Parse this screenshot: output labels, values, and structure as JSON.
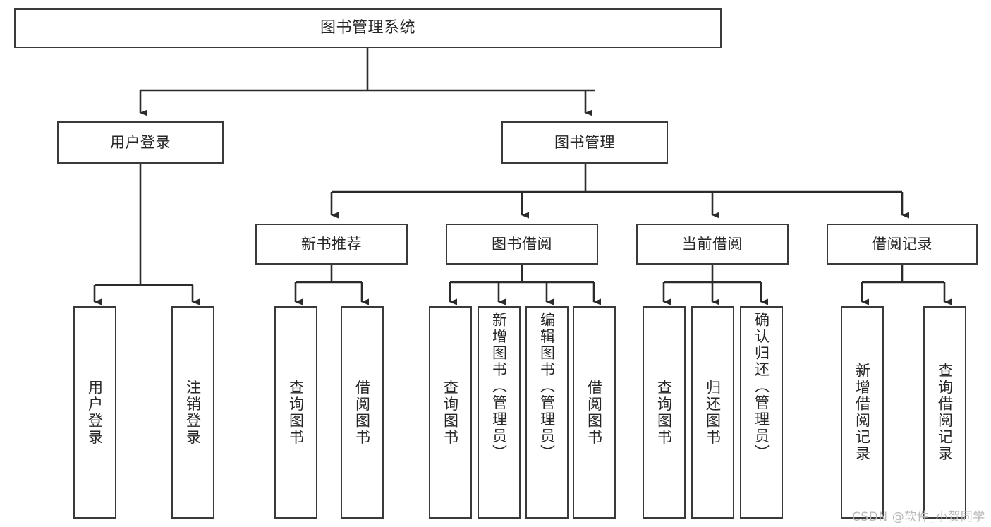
{
  "diagram": {
    "type": "tree",
    "title": "图书管理系统",
    "watermark": "CSDN @软件_小贺同学",
    "colors": {
      "box_border": "#3a3a3a",
      "box_fill": "#ffffff",
      "connector": "#2b2b2b",
      "text": "#262626",
      "watermark": "#b9b9b9"
    },
    "levels": {
      "root": "图书管理系统",
      "level2": [
        "用户登录",
        "图书管理"
      ],
      "level3": [
        "新书推荐",
        "图书借阅",
        "当前借阅",
        "借阅记录"
      ]
    },
    "nodes": {
      "root": {
        "label": "图书管理系统"
      },
      "user_login": {
        "label": "用户登录"
      },
      "book_manage": {
        "label": "图书管理"
      },
      "new_book_rec": {
        "label": "新书推荐"
      },
      "book_borrow": {
        "label": "图书借阅"
      },
      "current_borrow": {
        "label": "当前借阅"
      },
      "borrow_record": {
        "label": "借阅记录"
      },
      "leaf_user_login": {
        "label": "用户登录"
      },
      "leaf_logout": {
        "label": "注销登录"
      },
      "leaf_query_book_1": {
        "label": "查询图书"
      },
      "leaf_borrow_book_1": {
        "label": "借阅图书"
      },
      "leaf_query_book_2": {
        "label": "查询图书"
      },
      "leaf_add_book": {
        "label": "新增图书（管理员）"
      },
      "leaf_edit_book": {
        "label": "编辑图书（管理员）"
      },
      "leaf_borrow_book_2": {
        "label": "借阅图书"
      },
      "leaf_query_book_3": {
        "label": "查询图书"
      },
      "leaf_return_book": {
        "label": "归还图书"
      },
      "leaf_confirm_return": {
        "label": "确认归还（管理员）"
      },
      "leaf_add_record": {
        "label": "新增借阅记录"
      },
      "leaf_query_record": {
        "label": "查询借阅记录"
      }
    },
    "edges": [
      {
        "from": "root",
        "to": "user_login"
      },
      {
        "from": "root",
        "to": "book_manage"
      },
      {
        "from": "user_login",
        "to": "leaf_user_login"
      },
      {
        "from": "user_login",
        "to": "leaf_logout"
      },
      {
        "from": "book_manage",
        "to": "new_book_rec"
      },
      {
        "from": "book_manage",
        "to": "book_borrow"
      },
      {
        "from": "book_manage",
        "to": "current_borrow"
      },
      {
        "from": "book_manage",
        "to": "borrow_record"
      },
      {
        "from": "new_book_rec",
        "to": "leaf_query_book_1"
      },
      {
        "from": "new_book_rec",
        "to": "leaf_borrow_book_1"
      },
      {
        "from": "book_borrow",
        "to": "leaf_query_book_2"
      },
      {
        "from": "book_borrow",
        "to": "leaf_add_book"
      },
      {
        "from": "book_borrow",
        "to": "leaf_edit_book"
      },
      {
        "from": "book_borrow",
        "to": "leaf_borrow_book_2"
      },
      {
        "from": "current_borrow",
        "to": "leaf_query_book_3"
      },
      {
        "from": "current_borrow",
        "to": "leaf_return_book"
      },
      {
        "from": "current_borrow",
        "to": "leaf_confirm_return"
      },
      {
        "from": "borrow_record",
        "to": "leaf_add_record"
      },
      {
        "from": "borrow_record",
        "to": "leaf_query_record"
      }
    ]
  }
}
